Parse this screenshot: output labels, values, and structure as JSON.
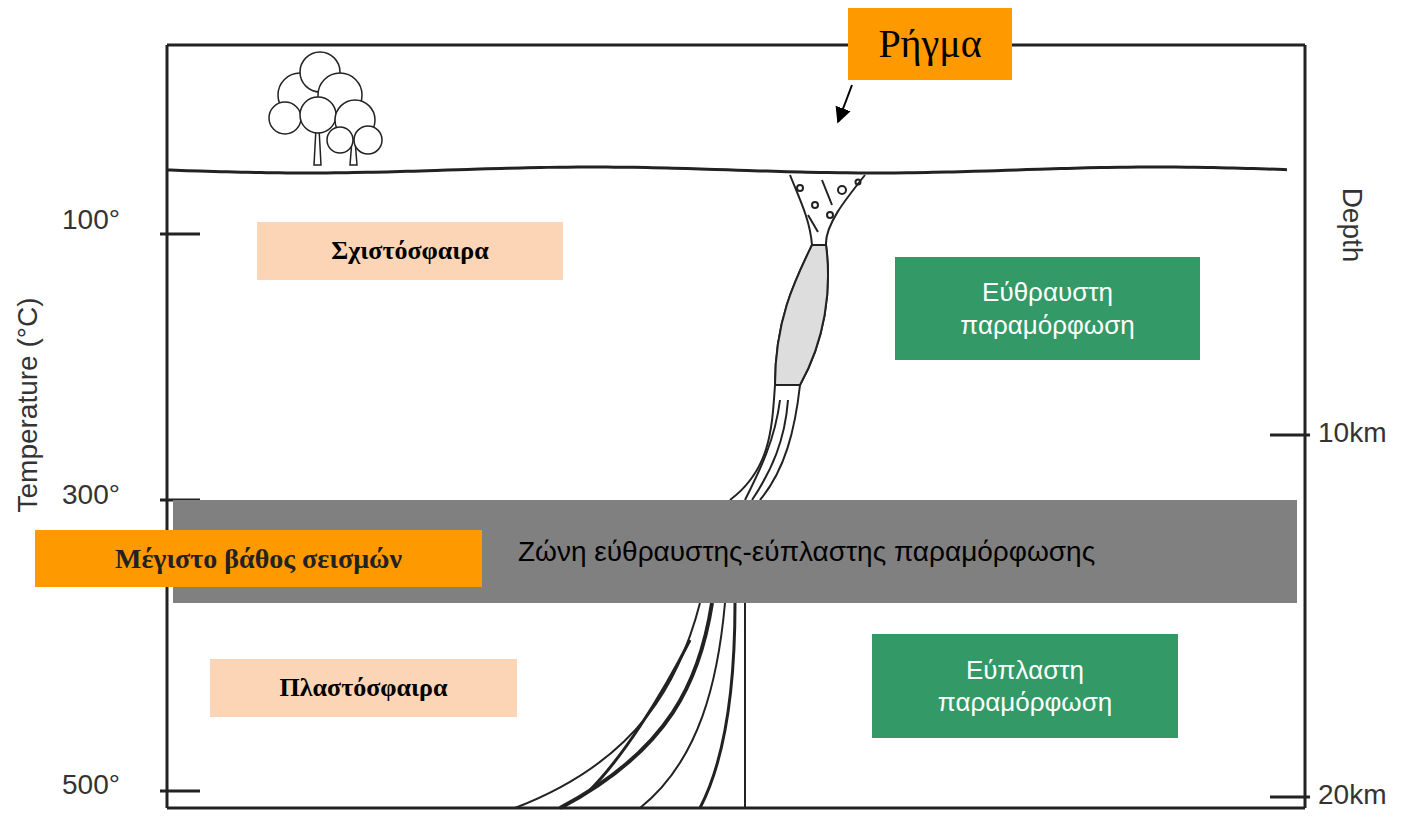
{
  "diagram": {
    "nodes": [
      {
        "text": [
          "Ρήγμα"
        ]
      },
      {
        "text": [
          "Σχιστόσφαιρα"
        ]
      },
      {
        "text": [
          "Εύθραυστη παραμόρφωση"
        ]
      },
      {
        "text": [
          "Ζώνη εύθραυστης-εύπλαστης παραμόρφωσης"
        ]
      },
      {
        "text": [
          "Μέγιστο βάθος σεισμών"
        ]
      },
      {
        "text": [
          "Πλαστόσφαιρα"
        ]
      },
      {
        "text": [
          "Εύπλαστη παραμόρφωση"
        ]
      }
    ],
    "labels": [
      "100°",
      "300°",
      "500°",
      "Temperature (°C)",
      "Depth",
      "10km",
      "20km"
    ]
  }
}
